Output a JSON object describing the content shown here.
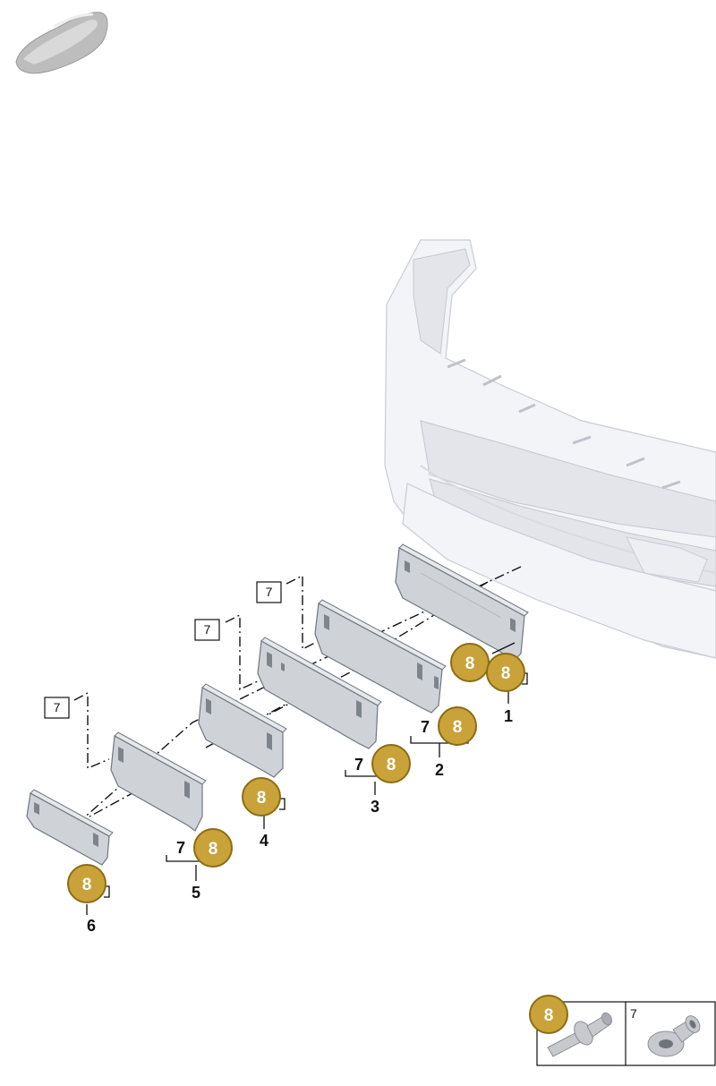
{
  "callouts": {
    "p1": "1",
    "p2": "2",
    "p3": "3",
    "p4": "4",
    "p5": "5",
    "p6": "6",
    "seven": "7",
    "eight": "8"
  },
  "legend": {
    "fastener_8": "8",
    "fastener_7": "7"
  },
  "colors": {
    "badge_fill": "#c9a23a",
    "badge_stroke": "#8c6d12",
    "plate": "#cfd3d8",
    "bumper": "#f3f4f7"
  },
  "icons": {
    "vehicle": "car-silhouette-icon",
    "fastener_8": "push-rivet-icon",
    "fastener_7": "grommet-nut-icon"
  }
}
